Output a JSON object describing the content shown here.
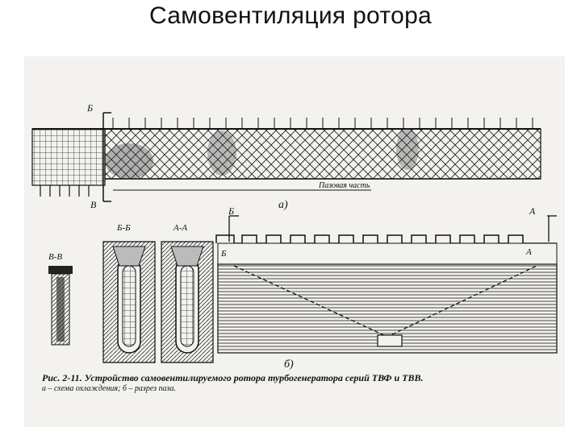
{
  "slide": {
    "title": "Самовентиляция ротора"
  },
  "figure": {
    "labels": {
      "b_top_left": "Б",
      "v_bottom_left": "В",
      "slot_part": "Пазовая часть",
      "part_a": "а)",
      "part_b": "б)",
      "section_vv": "В-В",
      "section_bb": "Б-Б",
      "section_aa": "А-А",
      "b_right": "Б",
      "a_right": "А",
      "b_small": "Б",
      "a_small": "А"
    },
    "caption": {
      "line1": "Рис. 2-11. Устройство самовентилируемого ротора турбогенератора серий ТВФ и ТВВ.",
      "line2": "а – схема охлаждения; б – разрез паза."
    }
  }
}
